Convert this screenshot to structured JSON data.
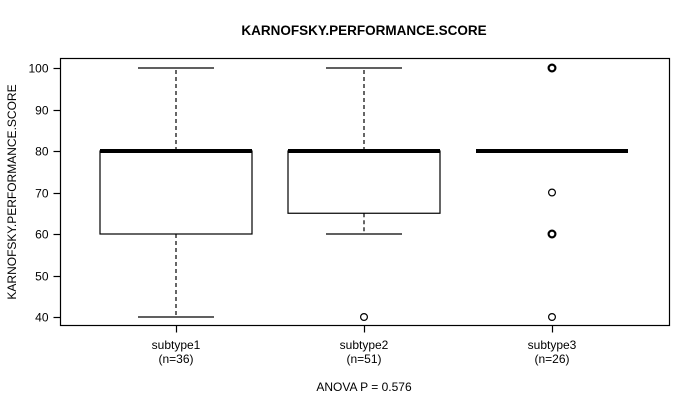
{
  "chart_data": {
    "type": "boxplot",
    "title": "KARNOFSKY.PERFORMANCE.SCORE",
    "ylabel": "KARNOFSKY.PERFORMANCE.SCORE",
    "footer": "ANOVA P = 0.576",
    "ylim": [
      38,
      102
    ],
    "yticks": [
      40,
      50,
      60,
      70,
      80,
      90,
      100
    ],
    "grid": false,
    "legend": null,
    "groups": [
      {
        "label": "subtype1",
        "sublabel": "(n=36)",
        "n": 36,
        "stats": {
          "whisker_low": 40,
          "q1": 60,
          "median": 80,
          "q3": 80,
          "whisker_high": 100
        },
        "outliers": []
      },
      {
        "label": "subtype2",
        "sublabel": "(n=51)",
        "n": 51,
        "stats": {
          "whisker_low": 60,
          "q1": 65,
          "median": 80,
          "q3": 80,
          "whisker_high": 100
        },
        "outliers": [
          {
            "value": 40,
            "heavy": false
          }
        ]
      },
      {
        "label": "subtype3",
        "sublabel": "(n=26)",
        "n": 26,
        "stats": {
          "whisker_low": 80,
          "q1": 80,
          "median": 80,
          "q3": 80,
          "whisker_high": 80
        },
        "outliers": [
          {
            "value": 100,
            "heavy": true
          },
          {
            "value": 70,
            "heavy": false
          },
          {
            "value": 60,
            "heavy": true
          },
          {
            "value": 40,
            "heavy": false
          }
        ]
      }
    ]
  },
  "colors": {
    "foreground": "#000000",
    "background": "#ffffff"
  }
}
